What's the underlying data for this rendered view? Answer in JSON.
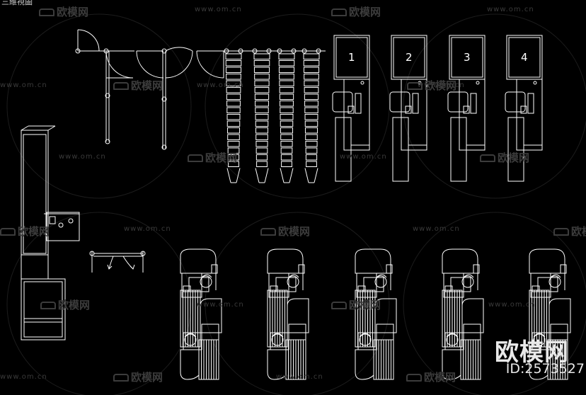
{
  "title_label": "三維視圖",
  "watermark": {
    "url": "www.om.cn",
    "logo_text": "欧模网"
  },
  "booth_numbers": [
    "1",
    "2",
    "3",
    "4"
  ],
  "brand": {
    "name": "欧模网",
    "id_text": "ID:2573527"
  },
  "colors": {
    "background": "#000000",
    "line": "#ffffff",
    "watermark": "#3a3a3a"
  }
}
